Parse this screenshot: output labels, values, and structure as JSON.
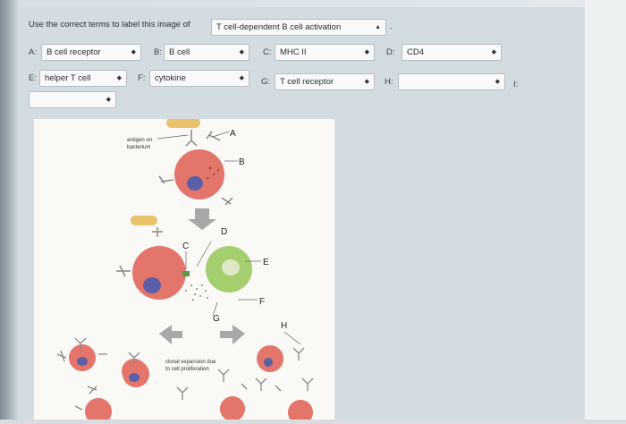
{
  "question": {
    "prompt": "Use the correct terms to label this image of",
    "topic": "T cell-dependent B cell activation"
  },
  "labels": [
    {
      "letter": "A:",
      "value": "B cell receptor"
    },
    {
      "letter": "B:",
      "value": "B cell"
    },
    {
      "letter": "C:",
      "value": "MHC II"
    },
    {
      "letter": "D:",
      "value": "CD4"
    },
    {
      "letter": "E:",
      "value": "helper T cell"
    },
    {
      "letter": "F:",
      "value": "cytokine"
    },
    {
      "letter": "G:",
      "value": "T cell receptor"
    },
    {
      "letter": "H:",
      "value": ""
    },
    {
      "letter": "I:",
      "value": ""
    }
  ],
  "figure": {
    "antigen_label_1": "antigen on",
    "antigen_label_2": "bacterium",
    "clonal_1": "clonal expansion due",
    "clonal_2": "to cell proliferation",
    "marker_a": "A",
    "marker_b": "B",
    "marker_c": "C",
    "marker_d": "D",
    "marker_e": "E",
    "marker_f": "F",
    "marker_g": "G",
    "marker_h": "H"
  },
  "icons": {
    "dropdown": "updown-arrow-icon"
  },
  "colors": {
    "panel": "#d3dde1",
    "b_cell": "#e3756a",
    "t_cell": "#a5cf6f",
    "nucleus": "#5b5fa8",
    "arrow_gray": "#a8a8a8"
  }
}
